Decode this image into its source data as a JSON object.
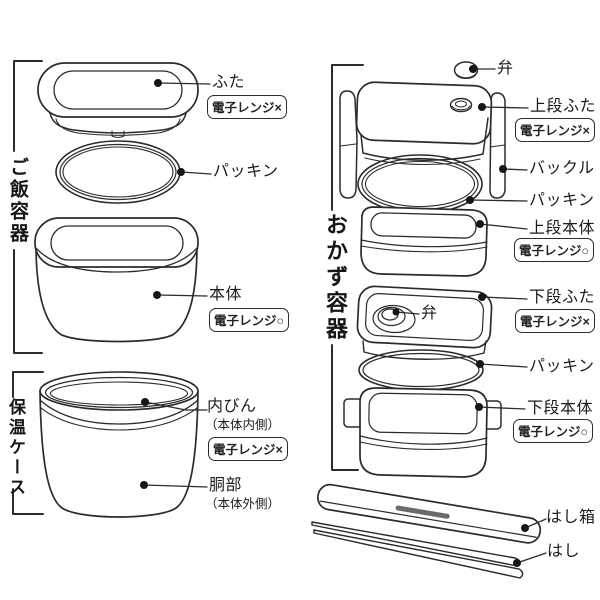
{
  "page": {
    "background": "#ffffff",
    "ink": "#2b2b2b"
  },
  "sections": {
    "rice_container": {
      "title": "ご飯容器"
    },
    "thermal_case": {
      "title": "保温ケース"
    },
    "side_dish_container": {
      "title": "おかず容器"
    }
  },
  "badges": {
    "microwave_no": "電子レンジ×",
    "microwave_ok": "電子レンジ○"
  },
  "parts": {
    "rice_lid": {
      "label": "ふた"
    },
    "rice_packing": {
      "label": "パッキン"
    },
    "rice_body": {
      "label": "本体"
    },
    "inner_bottle": {
      "label": "内びん",
      "sub": "（本体内側）"
    },
    "outer_shell": {
      "label": "胴部",
      "sub": "（本体外側）"
    },
    "valve_top": {
      "label": "弁"
    },
    "upper_lid": {
      "label": "上段ふた"
    },
    "buckle": {
      "label": "バックル"
    },
    "upper_packing": {
      "label": "パッキン"
    },
    "upper_body": {
      "label": "上段本体"
    },
    "lower_lid": {
      "label": "下段ふた"
    },
    "valve_lower_lid": {
      "label": "弁"
    },
    "lower_packing": {
      "label": "パッキン"
    },
    "lower_body": {
      "label": "下段本体"
    },
    "chopstick_case": {
      "label": "はし箱"
    },
    "chopsticks": {
      "label": "はし"
    }
  }
}
